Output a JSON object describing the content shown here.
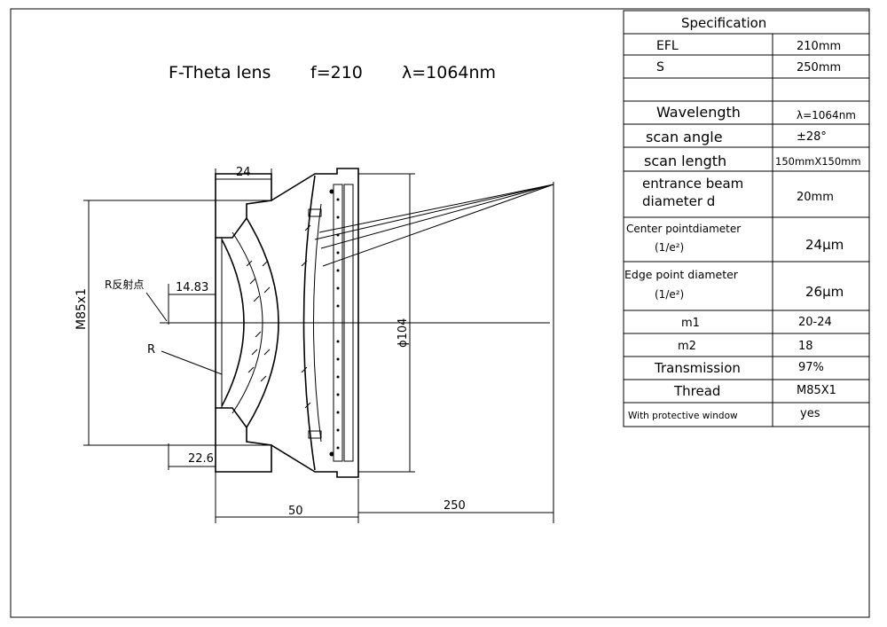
{
  "drawing": {
    "title": "F-Theta lens",
    "focal": "f=210",
    "wavelength": "λ=1064nm",
    "dims": {
      "top_width": "24",
      "m85": "M85x1",
      "r_point": "R反射点",
      "d14": "14.83",
      "r": "R",
      "d22": "22.6",
      "phi104": "ϕ104",
      "d50": "50",
      "d250": "250"
    }
  },
  "spec_table": {
    "header": "Specification",
    "rows": [
      {
        "label": "EFL",
        "value": "210mm"
      },
      {
        "label": "S",
        "value": "250mm"
      },
      {
        "label": "",
        "value": ""
      },
      {
        "label": "Wavelength",
        "value": "λ=1064nm"
      },
      {
        "label": "scan angle",
        "value": "±28°"
      },
      {
        "label": "scan length",
        "value": "150mmX150mm"
      },
      {
        "label": "entrance beam",
        "label2": "diameter d",
        "value": "20mm"
      },
      {
        "label": "Center pointdiameter",
        "label2": "(1/e²)",
        "value": "24µm"
      },
      {
        "label": "Edge point diameter",
        "label2": "(1/e²)",
        "value": "26µm"
      },
      {
        "label": "m1",
        "value": "20-24"
      },
      {
        "label": "m2",
        "value": "18"
      },
      {
        "label": "Transmission",
        "value": "97%"
      },
      {
        "label": "Thread",
        "value": "M85X1"
      },
      {
        "label": "With protective window",
        "value": "yes"
      }
    ]
  }
}
